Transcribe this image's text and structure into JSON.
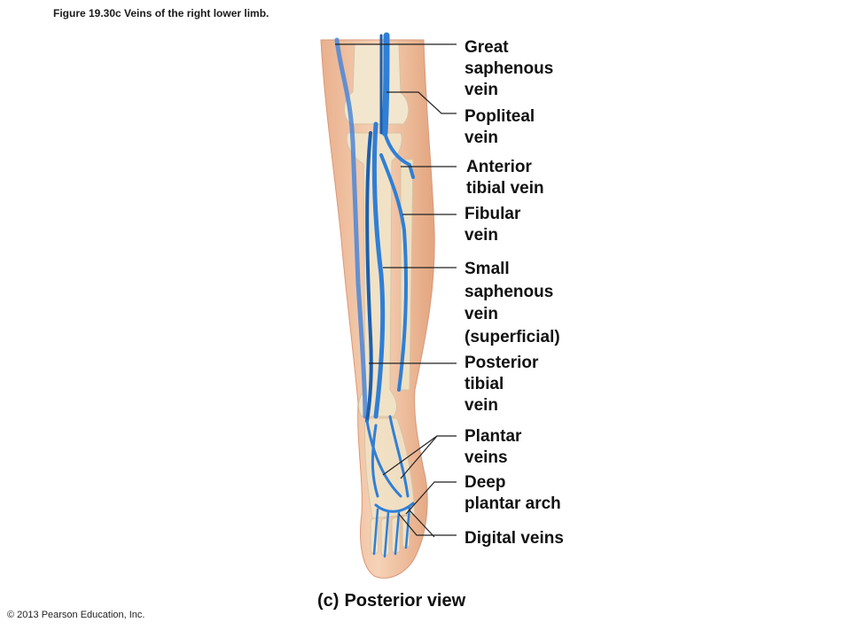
{
  "figure_title": "Figure 19.30c  Veins of the right lower limb.",
  "labels": [
    {
      "id": "great-saphenous-vein",
      "lines": [
        "Great",
        "saphenous",
        "vein"
      ]
    },
    {
      "id": "popliteal-vein",
      "lines": [
        "Popliteal",
        "vein"
      ]
    },
    {
      "id": "anterior-tibial-vein",
      "lines": [
        "Anterior",
        "tibial vein"
      ]
    },
    {
      "id": "fibular-vein",
      "lines": [
        "Fibular",
        "vein"
      ]
    },
    {
      "id": "small-saphenous-vein",
      "lines": [
        "Small",
        "saphenous",
        "vein",
        "(superficial)"
      ]
    },
    {
      "id": "posterior-tibial-vein",
      "lines": [
        "Posterior",
        "tibial",
        "vein"
      ]
    },
    {
      "id": "plantar-veins",
      "lines": [
        "Plantar",
        "veins"
      ]
    },
    {
      "id": "deep-plantar-arch",
      "lines": [
        "Deep",
        "plantar arch"
      ]
    },
    {
      "id": "digital-veins",
      "lines": [
        "Digital veins"
      ]
    }
  ],
  "caption": {
    "letter": "(c)",
    "text": "Posterior view"
  },
  "copyright": "© 2013 Pearson Education, Inc.",
  "colors": {
    "vein": "#2f7fd6",
    "vein_dark": "#1d5fae",
    "skin": "#f2c7a6",
    "bone": "#f3e6cf"
  }
}
